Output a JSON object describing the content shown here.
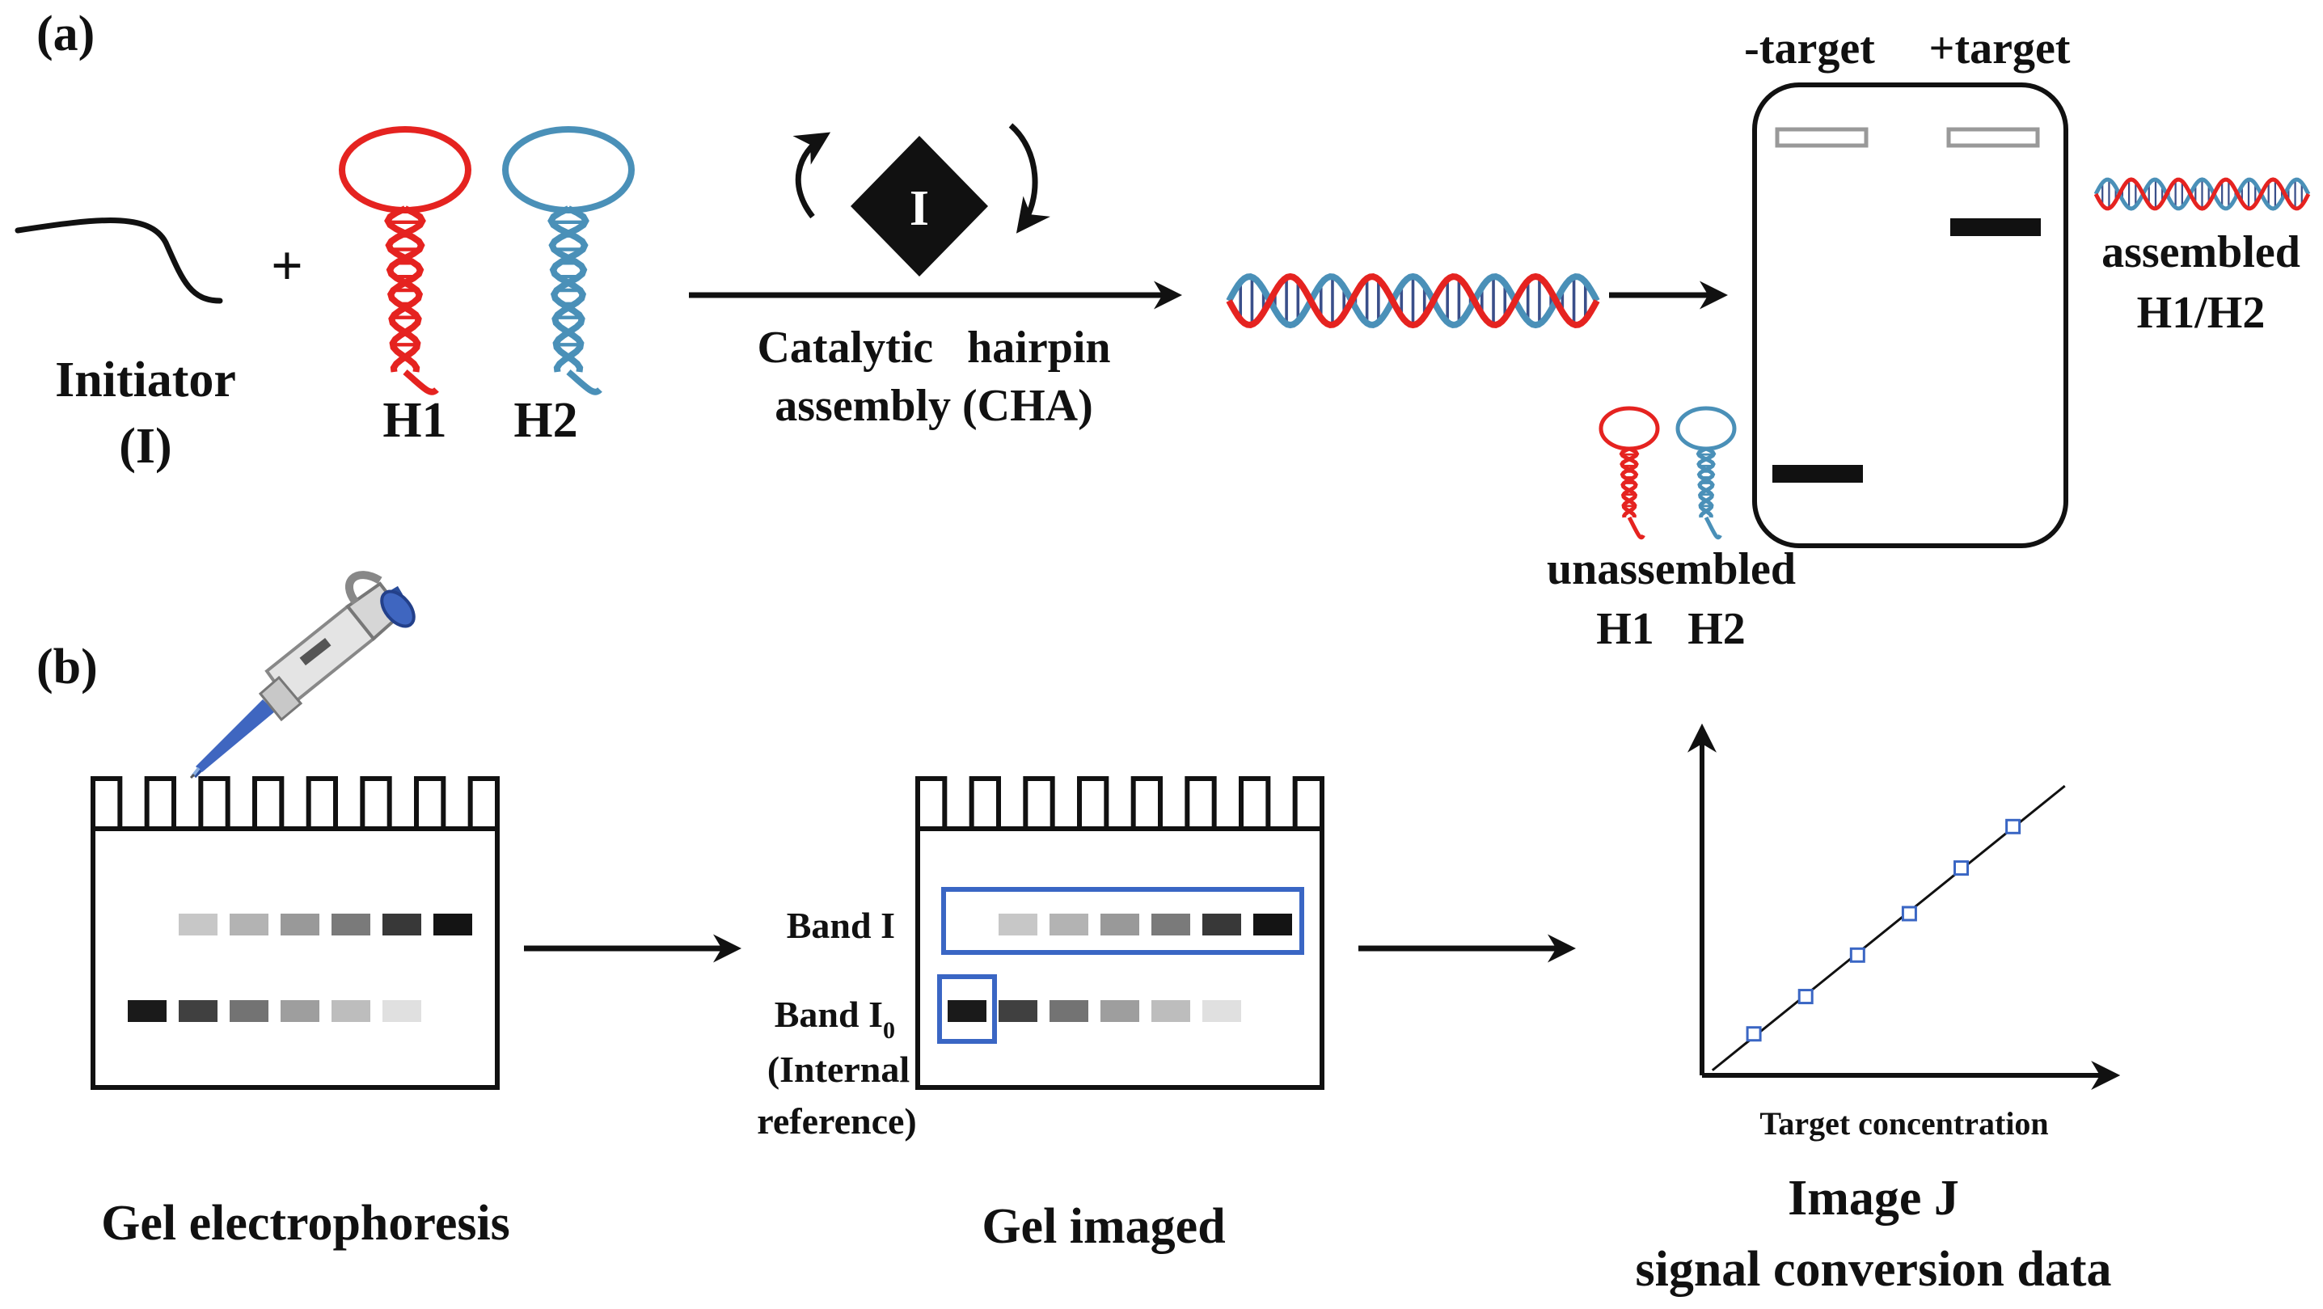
{
  "panel_a": {
    "label": "(a)",
    "initiator": {
      "line1": "Initiator",
      "line2": "(I)"
    },
    "plus": "+",
    "h1": "H1",
    "h2": "H2",
    "catalyst": "I",
    "cha": {
      "line1": "Catalytic   hairpin",
      "line2": "assembly (CHA)"
    },
    "gel": {
      "minus_target": "-target",
      "plus_target": "+target",
      "assembled": {
        "line1": "assembled",
        "line2": "H1/H2"
      },
      "unassembled": {
        "line1": "unassembled",
        "h1": "H1",
        "h2": "H2"
      }
    }
  },
  "panel_b": {
    "label": "(b)",
    "gel_electrophoresis": "Gel electrophoresis",
    "band_i": "Band I",
    "band_i0": {
      "prefix": "Band I",
      "sub": "0"
    },
    "internal_reference": {
      "line1": "(Internal",
      "line2": "reference)"
    },
    "gel_imaged": "Gel imaged",
    "target_concentration": "Target concentration",
    "image_j": {
      "line1": "Image J",
      "line2": "signal conversion data"
    },
    "gel_bands": {
      "upper_lane_gray": [
        0.78,
        0.7,
        0.6,
        0.48,
        0.22,
        0.08
      ],
      "lower_lane_gray": [
        0.1,
        0.25,
        0.45,
        0.62,
        0.74,
        0.88
      ]
    }
  },
  "colors": {
    "h1_red": "#e52320",
    "h2_blue": "#4a90b8",
    "box_blue": "#3a66c4",
    "ink": "#111111"
  },
  "icons": [
    "pipette-icon",
    "dna-duplex-icon",
    "hairpin-icon"
  ],
  "chart_data": {
    "type": "scatter",
    "xlabel": "Target concentration",
    "ylabel": "",
    "title": "",
    "x": [
      1,
      2,
      3,
      4,
      5,
      6
    ],
    "y": [
      1.0,
      1.9,
      2.9,
      3.9,
      5.0,
      6.0
    ],
    "fit_line": true,
    "xlim": [
      0,
      7.8
    ],
    "ylim": [
      0,
      7.8
    ],
    "grid": false
  }
}
